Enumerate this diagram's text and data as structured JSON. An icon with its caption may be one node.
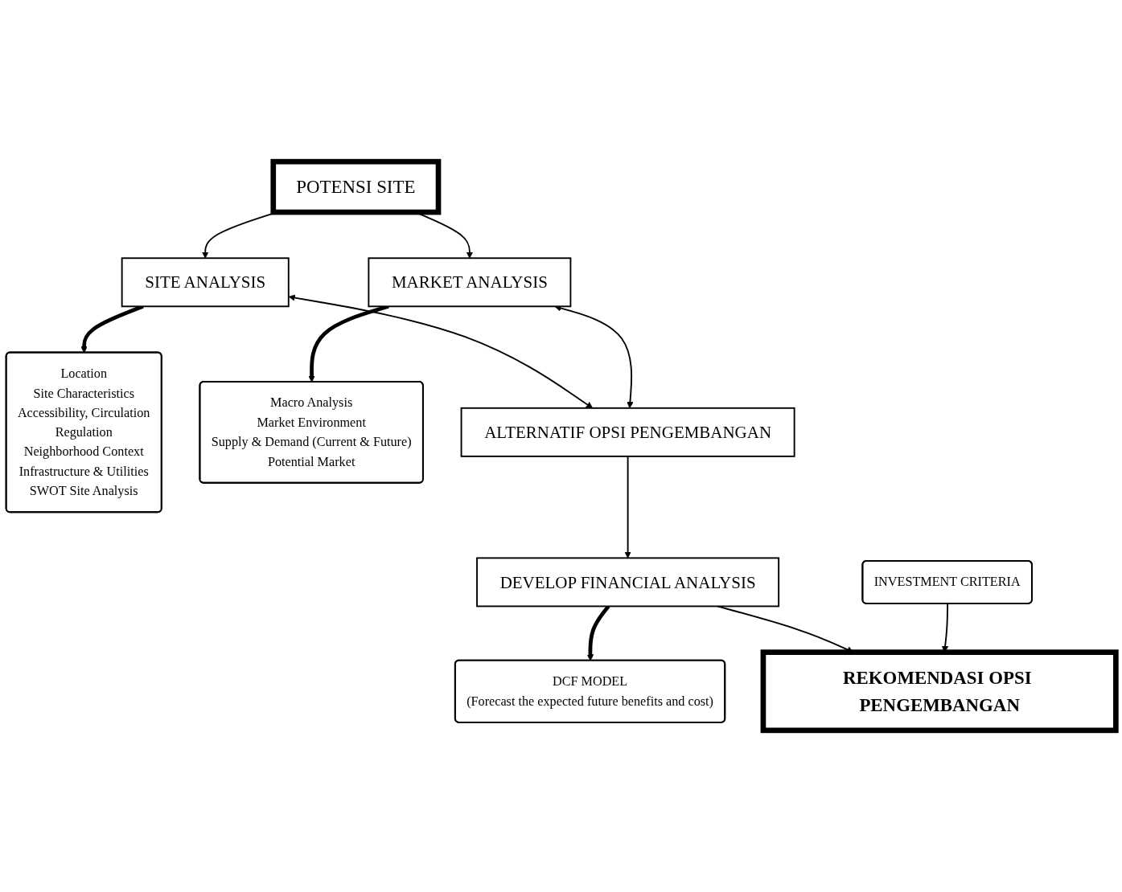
{
  "diagram": {
    "nodes": [
      {
        "text": [
          "POTENSI SITE"
        ]
      },
      {
        "text": [
          "SITE ANALYSIS"
        ]
      },
      {
        "text": [
          "MARKET ANALYSIS"
        ]
      },
      {
        "text": [
          "Location",
          "Site Characteristics",
          "Accessibility, Circulation",
          "Regulation",
          "Neighborhood Context",
          "Infrastructure & Utilities",
          "SWOT Site Analysis"
        ]
      },
      {
        "text": [
          "Macro Analysis",
          "Market Environment",
          "Supply & Demand (Current & Future)",
          "Potential Market"
        ]
      },
      {
        "text": [
          "ALTERNATIF OPSI PENGEMBANGAN"
        ]
      },
      {
        "text": [
          "DEVELOP FINANCIAL ANALYSIS"
        ]
      },
      {
        "text": [
          "DCF MODEL",
          "(Forecast the expected future benefits and cost)"
        ]
      },
      {
        "text": [
          "INVESTMENT CRITERIA"
        ]
      },
      {
        "text": [
          "REKOMENDASI OPSI PENGEMBANGAN"
        ]
      }
    ],
    "edges": [
      {
        "from": 0,
        "to": 1,
        "arrow": "to"
      },
      {
        "from": 0,
        "to": 2,
        "arrow": "to"
      },
      {
        "from": 1,
        "to": 3,
        "arrow": "to",
        "style": "thick"
      },
      {
        "from": 2,
        "to": 4,
        "arrow": "to",
        "style": "thick"
      },
      {
        "from": 1,
        "to": 5,
        "arrow": "both"
      },
      {
        "from": 2,
        "to": 5,
        "arrow": "both"
      },
      {
        "from": 5,
        "to": 6,
        "arrow": "to"
      },
      {
        "from": 6,
        "to": 7,
        "arrow": "to",
        "style": "thick"
      },
      {
        "from": 6,
        "to": 9,
        "arrow": "to"
      },
      {
        "from": 8,
        "to": 9,
        "arrow": "to"
      }
    ]
  }
}
